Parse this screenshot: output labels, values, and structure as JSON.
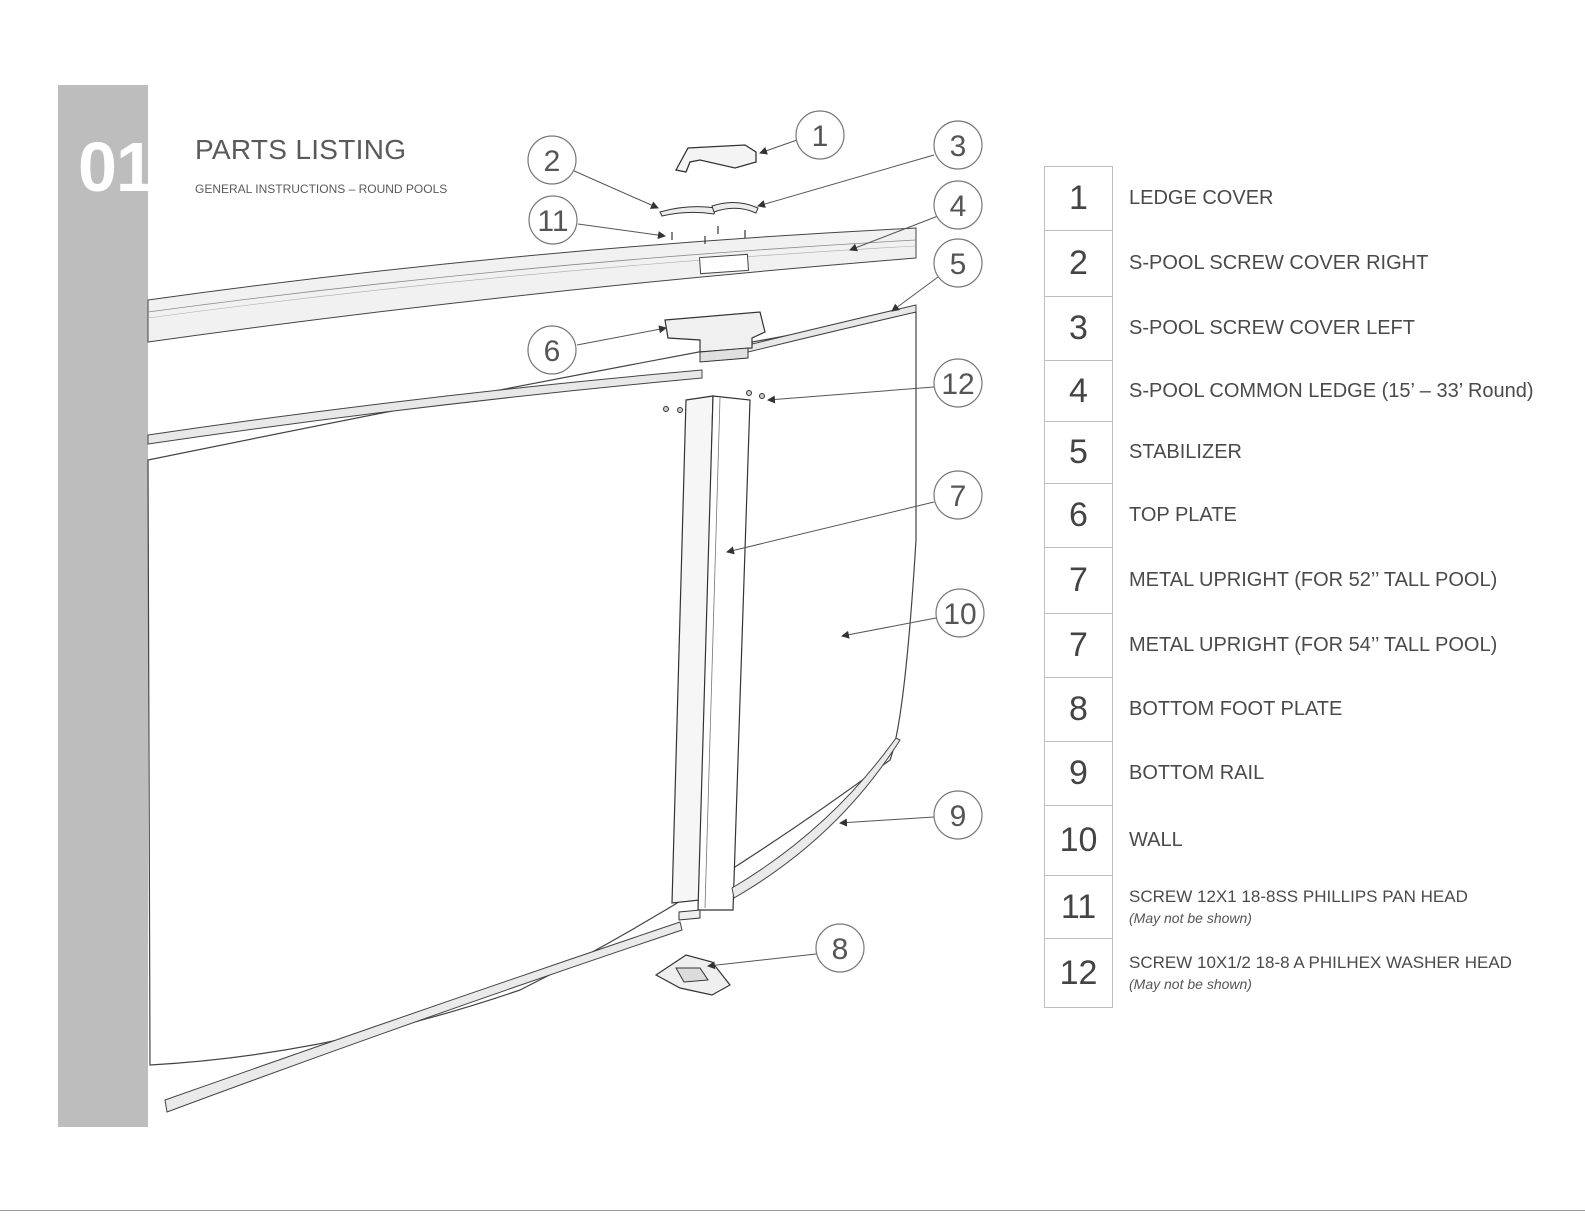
{
  "section": {
    "number": "01"
  },
  "header": {
    "title": "PARTS LISTING",
    "subtitle": "GENERAL INSTRUCTIONS – ROUND POOLS"
  },
  "callouts": [
    "1",
    "2",
    "3",
    "11",
    "4",
    "5",
    "6",
    "12",
    "7",
    "10",
    "9",
    "8"
  ],
  "parts": [
    {
      "num": "1",
      "desc": "LEDGE COVER",
      "note": ""
    },
    {
      "num": "2",
      "desc": "S-POOL SCREW COVER RIGHT",
      "note": ""
    },
    {
      "num": "3",
      "desc": "S-POOL SCREW COVER LEFT",
      "note": ""
    },
    {
      "num": "4",
      "desc": "S-POOL COMMON LEDGE (15’ – 33’ Round)",
      "note": ""
    },
    {
      "num": "5",
      "desc": "STABILIZER",
      "note": ""
    },
    {
      "num": "6",
      "desc": "TOP PLATE",
      "note": ""
    },
    {
      "num": "7",
      "desc": "METAL UPRIGHT (FOR 52’’ TALL POOL)",
      "note": ""
    },
    {
      "num": "7",
      "desc": "METAL UPRIGHT (FOR 54’’ TALL POOL)",
      "note": ""
    },
    {
      "num": "8",
      "desc": " BOTTOM FOOT PLATE",
      "note": ""
    },
    {
      "num": "9",
      "desc": " BOTTOM RAIL",
      "note": ""
    },
    {
      "num": "10",
      "desc": " WALL",
      "note": ""
    },
    {
      "num": "11",
      "desc": " SCREW 12X1 18-8SS PHILLIPS PAN HEAD",
      "note": "(May not be shown)"
    },
    {
      "num": "12",
      "desc": " SCREW 10X1/2 18-8 A PHILHEX WASHER HEAD",
      "note": "(May not be shown)"
    }
  ]
}
